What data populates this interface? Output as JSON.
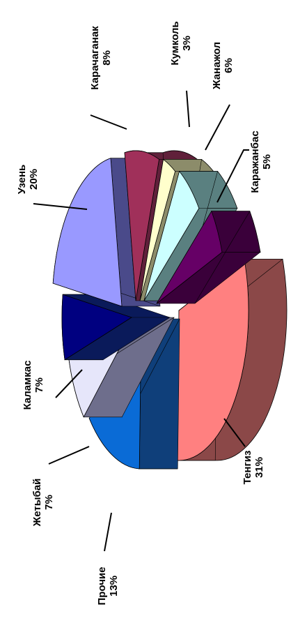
{
  "chart_data": {
    "type": "pie",
    "title": "",
    "slices": [
      {
        "label": "Тенгиз",
        "percent_label": "31%",
        "value": 31,
        "color": "#FF8080",
        "side": "#8B4848"
      },
      {
        "label": "Прочие",
        "percent_label": "13%",
        "value": 13,
        "color": "#0A6BD6",
        "side": "#0F3F7A"
      },
      {
        "label": "Жетыбай",
        "percent_label": "7%",
        "value": 7,
        "color": "#E6E6FA",
        "side": "#6E6E8C"
      },
      {
        "label": "Каламкас",
        "percent_label": "7%",
        "value": 7,
        "color": "#000080",
        "side": "#0A1A5A"
      },
      {
        "label": "Узень",
        "percent_label": "20%",
        "value": 20,
        "color": "#9999FF",
        "side": "#4A4A8A"
      },
      {
        "label": "Карачаганак",
        "percent_label": "8%",
        "value": 8,
        "color": "#A0305A",
        "side": "#60203A"
      },
      {
        "label": "Кумколь",
        "percent_label": "3%",
        "value": 3,
        "color": "#FFFFCC",
        "side": "#8C8C6A"
      },
      {
        "label": "Жанажол",
        "percent_label": "6%",
        "value": 6,
        "color": "#CCFFFF",
        "side": "#5A8080"
      },
      {
        "label": "Каражанбас",
        "percent_label": "5%",
        "value": 5,
        "color": "#660066",
        "side": "#3A003A"
      }
    ],
    "legend": "none",
    "style": "3d-exploded-rotated"
  }
}
